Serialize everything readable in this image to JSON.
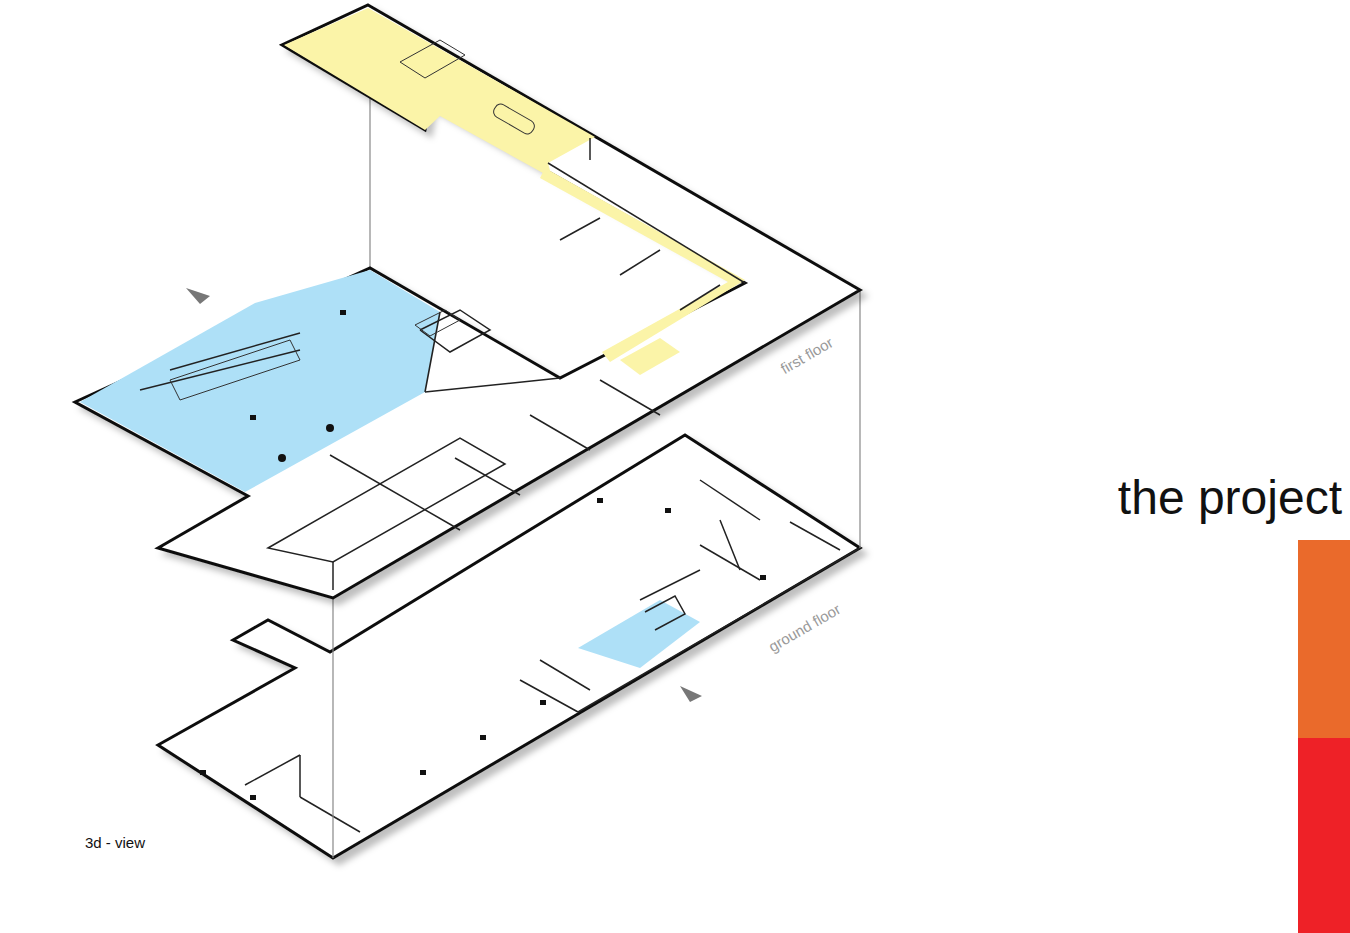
{
  "diagram": {
    "title": "the project",
    "labels": [
      "first floor",
      "ground floor",
      "3d - view"
    ]
  }
}
